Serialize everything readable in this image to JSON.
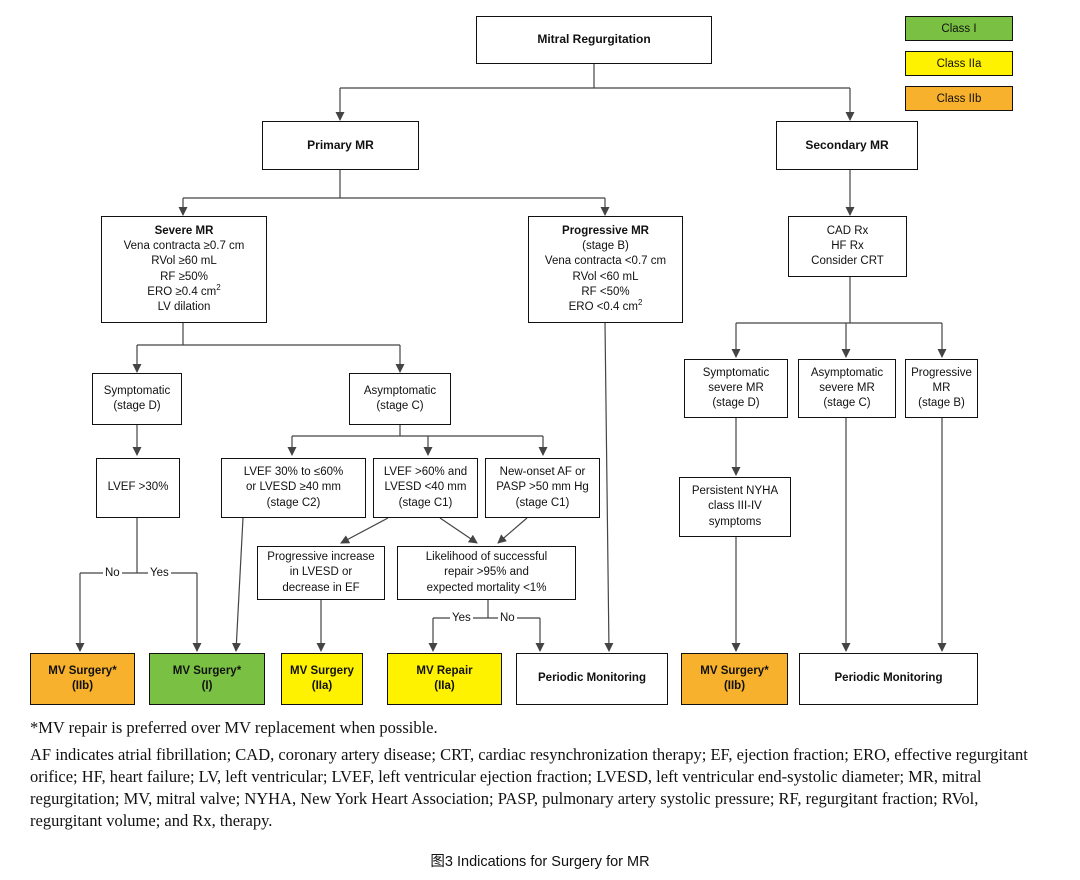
{
  "legend": [
    {
      "label": "Class I",
      "color": "#7ac143"
    },
    {
      "label": "Class IIa",
      "color": "#fff200"
    },
    {
      "label": "Class IIb",
      "color": "#f7b12c"
    }
  ],
  "nodes": {
    "root": "Mitral Regurgitation",
    "primary": "Primary MR",
    "secondary": "Secondary MR",
    "severe": {
      "title": "Severe MR",
      "lines": [
        "Vena contracta ≥0.7 cm",
        "RVol ≥60 mL",
        "RF ≥50%",
        "ERO ≥0.4 cm",
        "LV dilation"
      ],
      "ero_sup": "2"
    },
    "progressive": {
      "title": "Progressive MR",
      "lines": [
        "(stage B)",
        "Vena contracta <0.7 cm",
        "RVol <60 mL",
        "RF <50%",
        "ERO <0.4 cm"
      ],
      "ero_sup": "2"
    },
    "cad": [
      "CAD Rx",
      "HF Rx",
      "Consider CRT"
    ],
    "symptomatic": [
      "Symptomatic",
      "(stage D)"
    ],
    "asymptomatic": [
      "Asymptomatic",
      "(stage C)"
    ],
    "lvef30": "LVEF >30%",
    "c2": [
      "LVEF 30% to ≤60%",
      "or LVESD ≥40 mm",
      "(stage C2)"
    ],
    "c1a": [
      "LVEF >60% and",
      "LVESD <40 mm",
      "(stage C1)"
    ],
    "c1b": [
      "New-onset AF or",
      "PASP >50 mm Hg",
      "(stage C1)"
    ],
    "progInc": [
      "Progressive increase",
      "in LVESD or",
      "decrease in EF"
    ],
    "likelihood": [
      "Likelihood of successful",
      "repair >95% and",
      "expected mortality <1%"
    ],
    "secSymp": [
      "Symptomatic",
      "severe MR",
      "(stage D)"
    ],
    "secAsymp": [
      "Asymptomatic",
      "severe MR",
      "(stage C)"
    ],
    "secProg": [
      "Progressive",
      "MR",
      "(stage B)"
    ],
    "nyha": [
      "Persistent NYHA",
      "class III-IV",
      "symptoms"
    ]
  },
  "outcomes": [
    {
      "lines": [
        "MV Surgery*",
        "(IIb)"
      ]
    },
    {
      "lines": [
        "MV Surgery*",
        "(I)"
      ]
    },
    {
      "lines": [
        "MV Surgery",
        "(IIa)"
      ]
    },
    {
      "lines": [
        "MV Repair",
        "(IIa)"
      ]
    },
    {
      "lines": [
        "Periodic Monitoring"
      ]
    },
    {
      "lines": [
        "MV Surgery*",
        "(IIb)"
      ]
    },
    {
      "lines": [
        "Periodic Monitoring"
      ]
    }
  ],
  "edge_labels": {
    "no": "No",
    "yes": "Yes"
  },
  "footnote": "*MV repair is preferred over MV replacement when possible.",
  "abbreviations": "AF indicates atrial fibrillation; CAD, coronary artery disease; CRT, cardiac resynchronization therapy; EF, ejection fraction; ERO, effective regurgitant orifice; HF, heart failure; LV, left ventricular; LVEF, left ventricular ejection fraction; LVESD, left ventricular end-systolic diameter; MR, mitral regurgitation; MV, mitral valve; NYHA, New York Heart Association; PASP, pulmonary artery systolic pressure; RF, regurgitant fraction; RVol, regurgitant volume; and Rx, therapy.",
  "caption": "图3 Indications for Surgery for MR"
}
